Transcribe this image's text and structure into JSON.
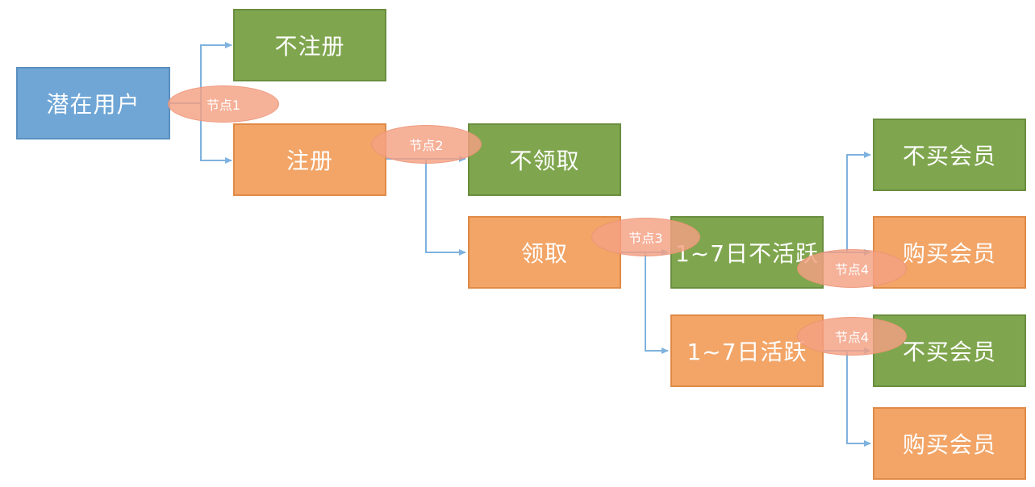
{
  "colors": {
    "blue": "#6fa6d6",
    "green": "#7fa64e",
    "orange": "#f2a567",
    "node": "#f4a082",
    "line": "#7fb2de"
  },
  "boxes": {
    "potential_user": "潜在用户",
    "not_register": "不注册",
    "register": "注册",
    "not_claim": "不领取",
    "claim": "领取",
    "inactive_1_7": "1~7日不活跃",
    "active_1_7": "1~7日活跃",
    "no_buy_a": "不买会员",
    "buy_a": "购买会员",
    "no_buy_b": "不买会员",
    "buy_b": "购买会员"
  },
  "nodes": {
    "node1": "节点1",
    "node2": "节点2",
    "node3": "节点3",
    "node4a": "节点4",
    "node4b": "节点4"
  }
}
